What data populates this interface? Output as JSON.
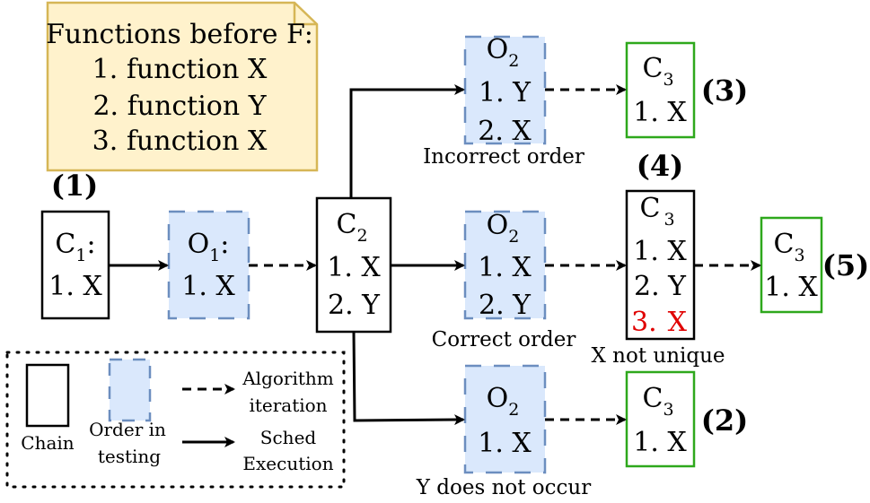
{
  "note": {
    "title": "Functions before F:",
    "lines": [
      "1. function X",
      "2. function Y",
      "3. function X"
    ]
  },
  "markers": {
    "m1": "(1)",
    "m2": "(2)",
    "m3": "(3)",
    "m4": "(4)",
    "m5": "(5)"
  },
  "c1": {
    "name": "C",
    "sub": "1",
    "suffix": ":",
    "line1": "1. X"
  },
  "o1": {
    "name": "O",
    "sub": "1",
    "suffix": ":",
    "line1": "1. X"
  },
  "c2": {
    "name": "C",
    "sub": "2",
    "line1": "1. X",
    "line2": "2. Y"
  },
  "o2_top": {
    "name": "O",
    "sub": "2",
    "line1": "1. Y",
    "line2": "2. X",
    "caption": "Incorrect order"
  },
  "c3_top": {
    "name": "C",
    "sub": "3",
    "line1": "1. X"
  },
  "o2_mid": {
    "name": "O",
    "sub": "2",
    "line1": "1. X",
    "line2": "2. Y",
    "caption": "Correct order"
  },
  "c3_mid": {
    "name": "C",
    "sub": "3",
    "line1": "1. X",
    "line2": "2. Y",
    "line3_num": "3.",
    "line3_val": "X",
    "caption": "X not unique"
  },
  "c3_right": {
    "name": "C",
    "sub": "3",
    "line1": "1. X"
  },
  "o2_bot": {
    "name": "O",
    "sub": "2",
    "line1": "1. X",
    "caption": "Y does not occur"
  },
  "c3_bot": {
    "name": "C",
    "sub": "3",
    "line1": "1. X"
  },
  "legend": {
    "chain": "Chain",
    "order_line1": "Order in",
    "order_line2": "testing",
    "algo_line1": "Algorithm",
    "algo_line2": "iteration",
    "sched_line1": "Sched",
    "sched_line2": "Execution"
  },
  "colors": {
    "note_fill": "#fff2cc",
    "note_stroke": "#d6b656",
    "order_fill": "#dae8fc",
    "order_stroke": "#6c8ebf",
    "green": "#2ea81c",
    "red": "#e00000"
  }
}
